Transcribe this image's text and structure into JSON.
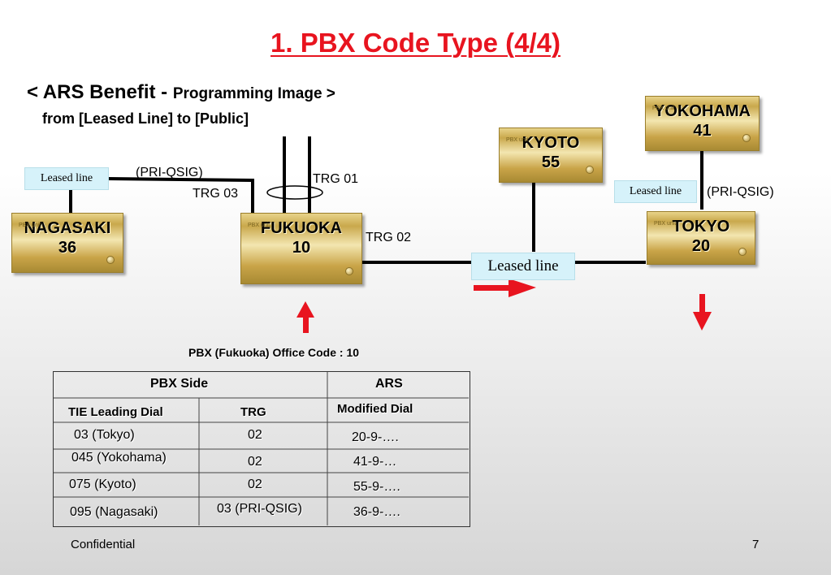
{
  "title": "1. PBX Code Type (4/4)",
  "subtitle": {
    "main": "< ARS Benefit - ",
    "small": "Programming Image >",
    "line2": "from [Leased Line] to [Public]"
  },
  "nodes": {
    "nagasaki": {
      "name": "NAGASAKI",
      "code": "36"
    },
    "fukuoka": {
      "name": "FUKUOKA",
      "code": "10"
    },
    "kyoto": {
      "name": "KYOTO",
      "code": "55"
    },
    "yokohama": {
      "name": "YOKOHAMA",
      "code": "41"
    },
    "tokyo": {
      "name": "TOKYO",
      "code": "20"
    }
  },
  "links": {
    "pri_qsig_left": "(PRI-QSIG)",
    "pri_qsig_right": "(PRI-QSIG)",
    "trg01": "TRG 01",
    "trg02": "TRG 02",
    "trg03": "TRG 03",
    "leased_line_left": "Leased line",
    "leased_line_right": "Leased line",
    "leased_line_center": "Leased line"
  },
  "office_code": "PBX (Fukuoka) Office Code  : 10",
  "table": {
    "group_pbx": "PBX Side",
    "group_ars": "ARS",
    "headers": [
      "TIE Leading Dial",
      "TRG",
      "Modified Dial"
    ],
    "rows": [
      [
        "03 (Tokyo)",
        "02",
        "20-9-…."
      ],
      [
        "045 (Yokohama)",
        "02",
        "41-9-…"
      ],
      [
        "075 (Kyoto)",
        "02",
        "55-9-…."
      ],
      [
        "095 (Nagasaki)",
        "03 (PRI-QSIG)",
        "36-9-…."
      ]
    ]
  },
  "footer": {
    "left": "Confidential",
    "page": "7"
  },
  "colors": {
    "title": "#e8141f",
    "arrow": "#e8141f",
    "leased_box": "#d6f2fa"
  }
}
